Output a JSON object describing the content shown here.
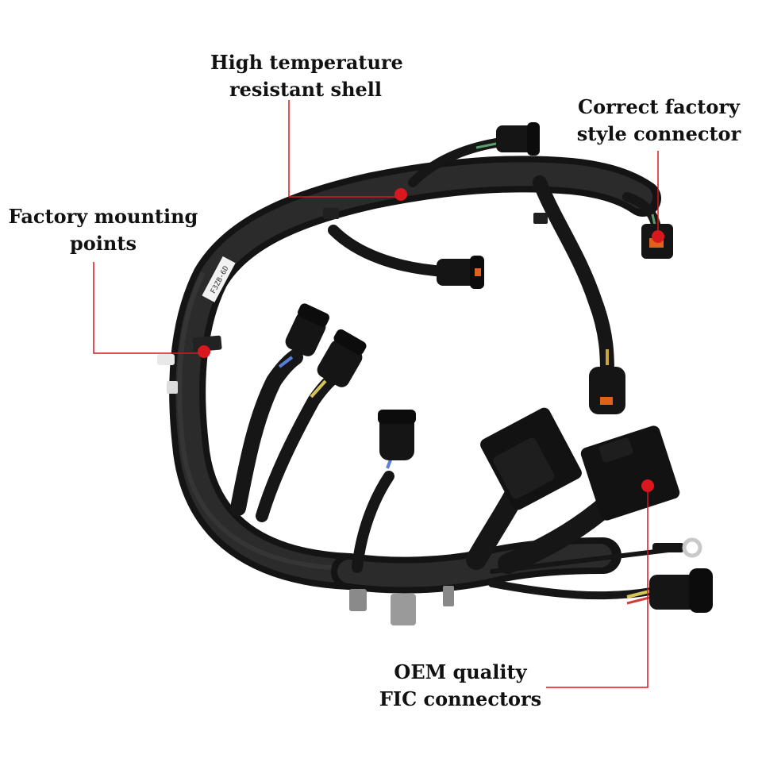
{
  "colors": {
    "background": "#ffffff",
    "text": "#111111",
    "callout": "#d8171e",
    "harness": "#1a1a1a",
    "harness_highlight": "#3a3a3a"
  },
  "labels": {
    "shell": {
      "line1": "High temperature",
      "line2": "resistant shell"
    },
    "factory_connector": {
      "line1": "Correct factory",
      "line2": "style connector"
    },
    "mounting": {
      "line1": "Factory mounting",
      "line2": "points"
    },
    "fic": {
      "line1": "OEM quality",
      "line2": "FIC connectors"
    }
  },
  "product": {
    "sleeve_text": "F3ZB-6D"
  }
}
